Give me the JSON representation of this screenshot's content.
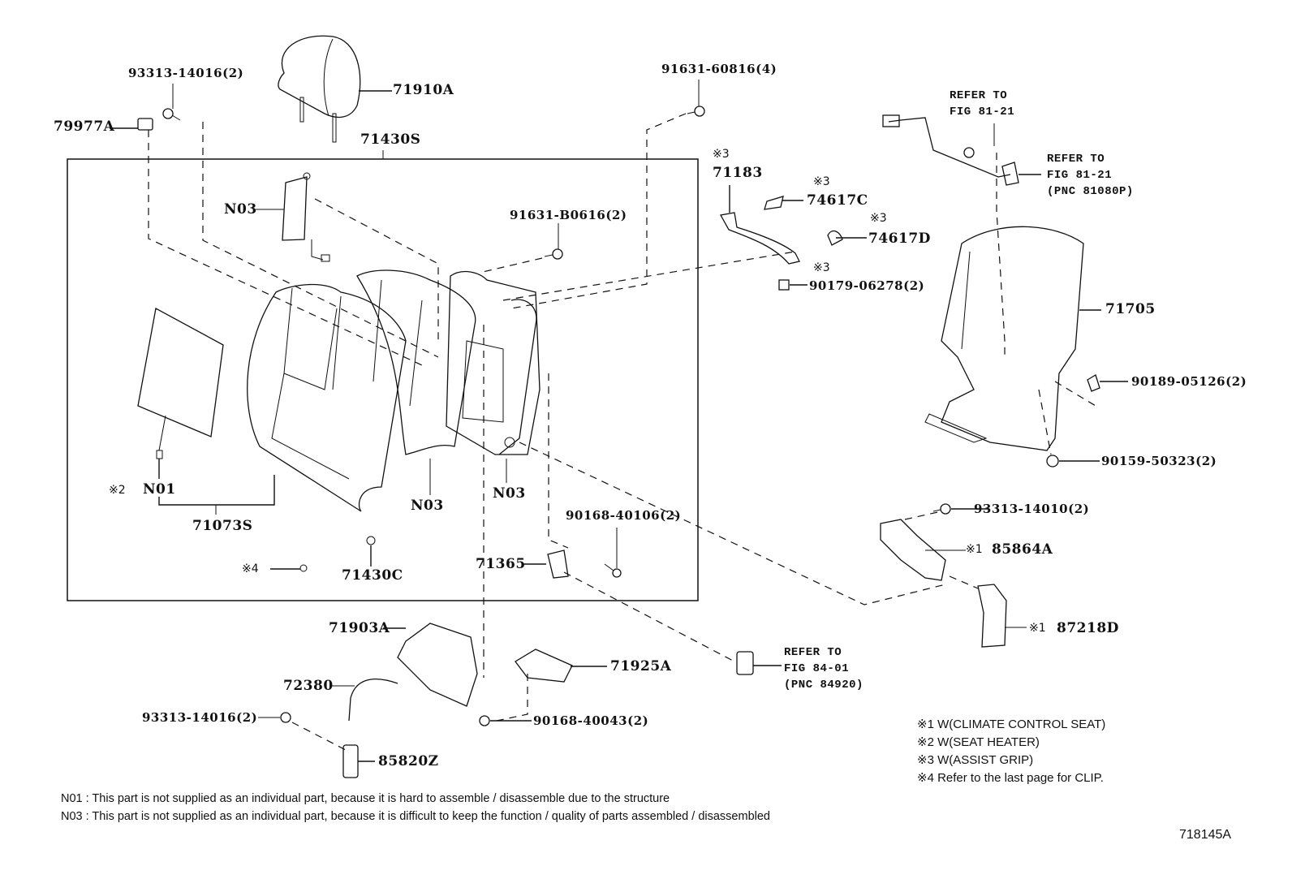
{
  "diagram": {
    "figure_code": "718145A",
    "group_label": "71430S",
    "parts": {
      "p93313_14016_top": "93313-14016(2)",
      "p79977A": "79977A",
      "p71910A": "71910A",
      "p71430S": "71430S",
      "p91631_60816": "91631-60816(4)",
      "p91631_B0616": "91631-B0616(2)",
      "pN03_a": "N03",
      "pN03_b": "N03",
      "pN03_c": "N03",
      "pN01": "N01",
      "p71073S": "71073S",
      "p71430C": "71430C",
      "p71183": "71183",
      "p74617C": "74617C",
      "p74617D": "74617D",
      "p90179_06278": "90179-06278(2)",
      "p71705": "71705",
      "p90189_05126": "90189-05126(2)",
      "p90159_50323": "90159-50323(2)",
      "p93313_14010": "93313-14010(2)",
      "p85864A": "85864A",
      "p87218D": "87218D",
      "p90168_40106": "90168-40106(2)",
      "p71365": "71365",
      "p71903A": "71903A",
      "p71925A": "71925A",
      "p72380": "72380",
      "p93313_14016_bottom": "93313-14016(2)",
      "p90168_40043": "90168-40043(2)",
      "p85820Z": "85820Z"
    },
    "marks": {
      "m1": "※1",
      "m2": "※2",
      "m3": "※3",
      "m4": "※4"
    },
    "references": {
      "ref_81_21_a_line1": "REFER TO",
      "ref_81_21_a_line2": "FIG 81-21",
      "ref_81_21_b_line1": "REFER TO",
      "ref_81_21_b_line2": "FIG 81-21",
      "ref_81_21_b_line3": "(PNC 81080P)",
      "ref_84_01_line1": "REFER TO",
      "ref_84_01_line2": "FIG 84-01",
      "ref_84_01_line3": "(PNC 84920)"
    },
    "legend": [
      "※1 W(CLIMATE CONTROL SEAT)",
      "※2 W(SEAT HEATER)",
      "※3 W(ASSIST GRIP)",
      "※4 Refer to the last page for CLIP."
    ],
    "notes": [
      "N01 : This part is not supplied as an individual part, because it is hard to assemble / disassemble due to the structure",
      "N03 : This part is not supplied as an individual part, because it is difficult to keep the function / quality of parts assembled / disassembled"
    ]
  }
}
